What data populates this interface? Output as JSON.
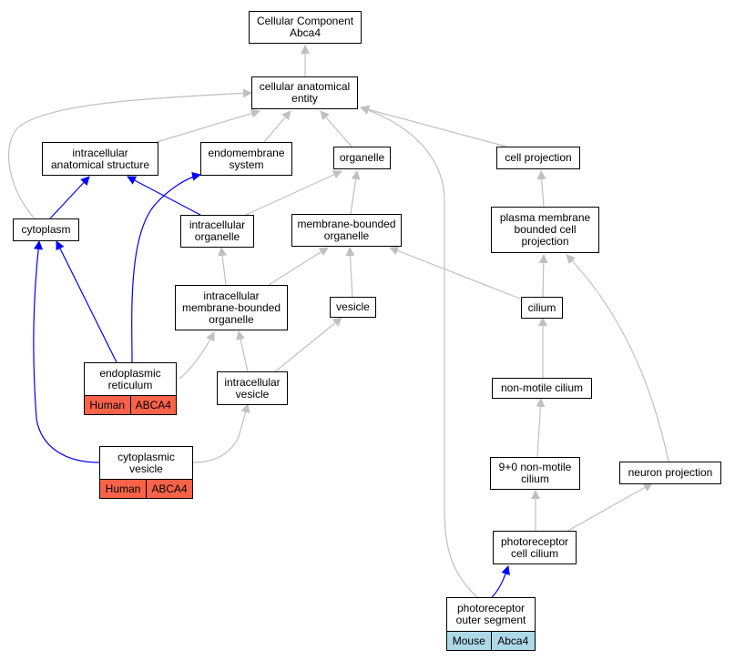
{
  "nodes": {
    "root": {
      "label": "Cellular Component\nAbca4"
    },
    "cae": {
      "label": "cellular anatomical\nentity"
    },
    "ias": {
      "label": "intracellular\nanatomical structure"
    },
    "endo": {
      "label": "endomembrane\nsystem"
    },
    "organelle": {
      "label": "organelle"
    },
    "cellproj": {
      "label": "cell projection"
    },
    "cytoplasm": {
      "label": "cytoplasm"
    },
    "intraorg": {
      "label": "intracellular\norganelle"
    },
    "mbo": {
      "label": "membrane-bounded\norganelle"
    },
    "pmbcp": {
      "label": "plasma membrane\nbounded cell\nprojection"
    },
    "imbo": {
      "label": "intracellular\nmembrane-bounded\norganelle"
    },
    "vesicle": {
      "label": "vesicle"
    },
    "cilium": {
      "label": "cilium"
    },
    "er": {
      "label": "endoplasmic\nreticulum",
      "tags": [
        "Human",
        "ABCA4"
      ]
    },
    "iv": {
      "label": "intracellular\nvesicle"
    },
    "nmc": {
      "label": "non-motile cilium"
    },
    "cv": {
      "label": "cytoplasmic\nvesicle",
      "tags": [
        "Human",
        "ABCA4"
      ]
    },
    "nine": {
      "label": "9+0 non-motile\ncilium"
    },
    "np": {
      "label": "neuron projection"
    },
    "pcc": {
      "label": "photoreceptor\ncell cilium"
    },
    "pos": {
      "label": "photoreceptor\nouter segment",
      "tags": [
        "Mouse",
        "Abca4"
      ]
    }
  },
  "colors": {
    "human_tag": "#f9634a",
    "mouse_tag": "#add8e6",
    "gray_edge": "#c0c0c0",
    "blue_edge": "#0000ff"
  }
}
